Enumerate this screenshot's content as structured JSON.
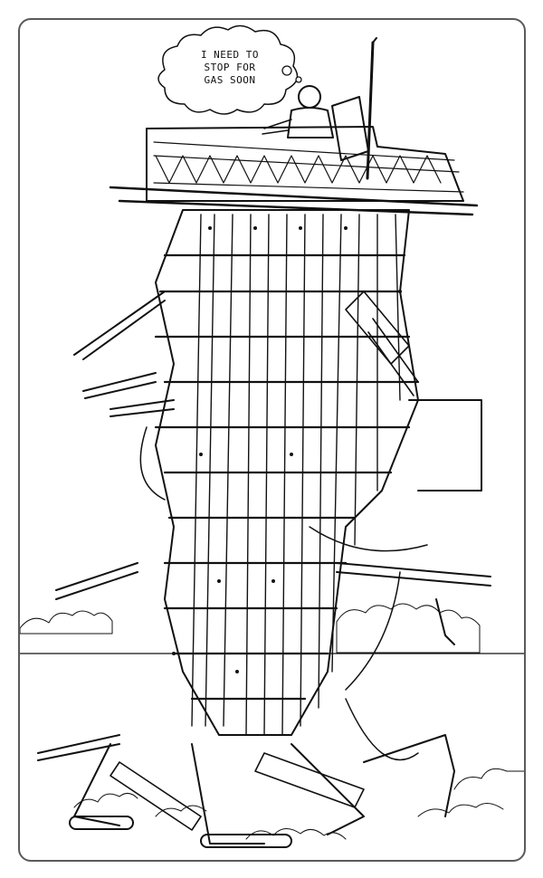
{
  "speech_bubble": {
    "lines": [
      "I NEED TO",
      "STOP FOR",
      "GAS SOON"
    ]
  },
  "colors": {
    "ink": "#111111",
    "paper": "#ffffff",
    "frame": "#5a5a5a"
  }
}
